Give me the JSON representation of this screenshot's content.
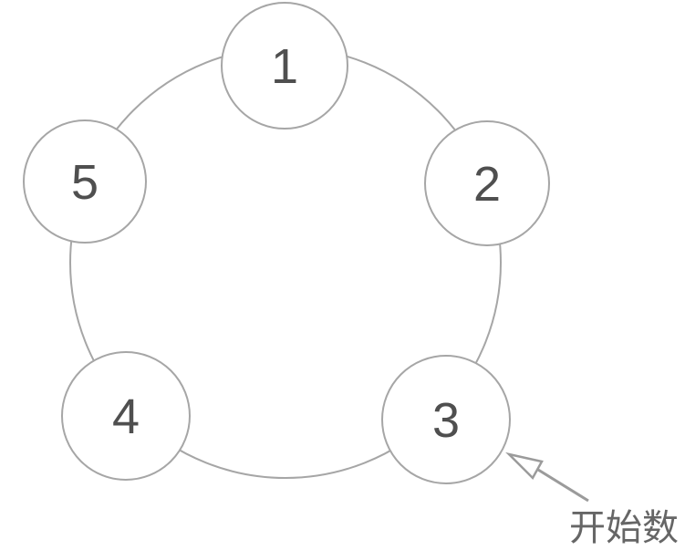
{
  "diagram": {
    "nodes": [
      {
        "label": "1"
      },
      {
        "label": "2"
      },
      {
        "label": "3"
      },
      {
        "label": "4"
      },
      {
        "label": "5"
      }
    ],
    "annotation": {
      "label": "开始数"
    },
    "colors": {
      "circle_stroke": "#a6a6a6",
      "node_number": "#4f4f4f",
      "arrow": "#9b9b9b",
      "annotation_text": "#666666",
      "background": "#ffffff"
    }
  }
}
